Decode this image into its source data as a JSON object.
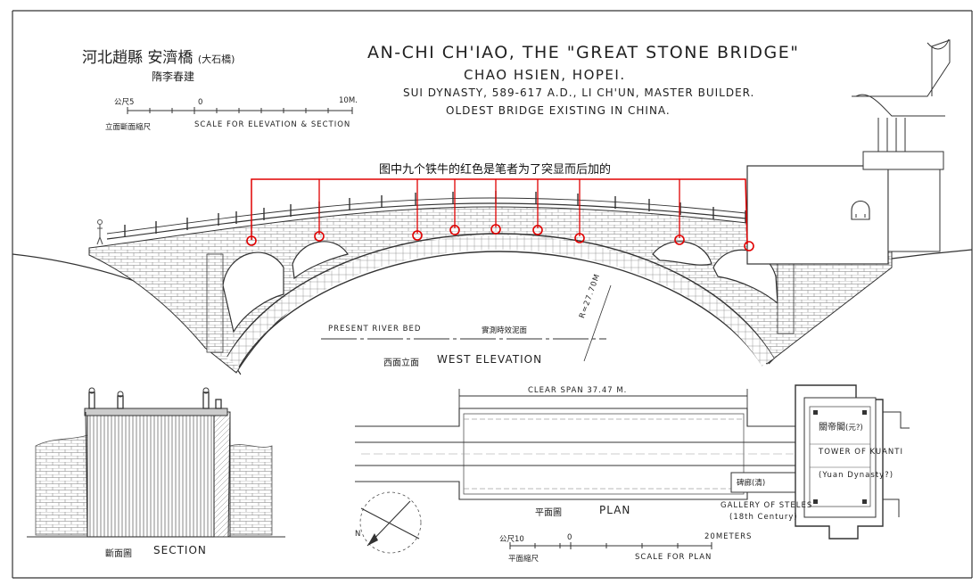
{
  "header": {
    "cn_title": "河北趙縣 安濟橋",
    "cn_title_note": "(大石橋)",
    "cn_builder": "隋李春建",
    "title_line1": "AN-CHI CH'IAO, THE \"GREAT STONE BRIDGE\"",
    "title_line2": "CHAO HSIEN, HOPEI.",
    "title_line3": "SUI DYNASTY, 589-617 A.D., LI CH'UN, MASTER BUILDER.",
    "title_line4": "OLDEST BRIDGE EXISTING IN CHINA."
  },
  "scale_elevation": {
    "cn_label": "立面斷面縮尺",
    "label": "SCALE FOR ELEVATION & SECTION",
    "tick_left": "5",
    "tick_left_unit": "公尺",
    "tick_zero": "0",
    "tick_right": "10M."
  },
  "annotation_cn": "图中九个铁牛的红色是笔者为了突显而后加的",
  "elevation": {
    "river_bed": "PRESENT RIVER BED",
    "river_bed_cn": "實測時效泥面",
    "radius": "R=27.70M",
    "cn_label": "西面立面",
    "label": "WEST ELEVATION"
  },
  "section": {
    "cn_label": "斷面圖",
    "label": "SECTION"
  },
  "plan": {
    "clear_span": "CLEAR SPAN 37.47 M.",
    "cn_label": "平面圖",
    "label": "PLAN",
    "tower_cn": "關帝閣",
    "tower_cn_note": "(元?)",
    "tower_en1": "TOWER OF KUANTI",
    "tower_en2": "(Yuan Dynasty?)",
    "stele_cn": "碑廊(清)",
    "gallery1": "GALLERY OF STELES",
    "gallery2": "(18th Century)",
    "north": "N",
    "scale_cn": "平面縮尺",
    "scale_label": "SCALE FOR PLAN",
    "scale_left": "10",
    "scale_left_unit": "公尺",
    "scale_zero": "0",
    "scale_right": "20METERS"
  },
  "colors": {
    "ink": "#2a2a2a",
    "highlight": "#e00000"
  }
}
